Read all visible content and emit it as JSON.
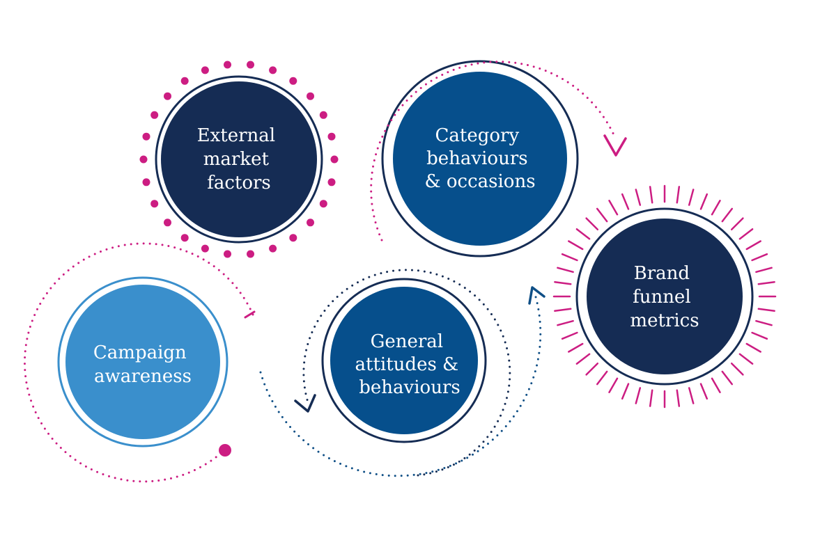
{
  "nodes": [
    {
      "id": "external-market-factors",
      "lines": [
        "External",
        "market",
        "factors"
      ],
      "fill_color": "#152c54",
      "ring_style": "magenta-dots"
    },
    {
      "id": "category-behaviours",
      "lines": [
        "Category",
        "behaviours",
        "& occasions"
      ],
      "fill_color": "#064f8c",
      "ring_style": "navy-ring"
    },
    {
      "id": "brand-funnel-metrics",
      "lines": [
        "Brand",
        "funnel",
        "metrics"
      ],
      "fill_color": "#152c54",
      "ring_style": "magenta-ticks"
    },
    {
      "id": "campaign-awareness",
      "lines": [
        "Campaign",
        "awareness"
      ],
      "fill_color": "#3a8fcc",
      "ring_style": "light-blue-ring"
    },
    {
      "id": "general-attitudes",
      "lines": [
        "General",
        "attitudes &",
        "behaviours"
      ],
      "fill_color": "#064f8c",
      "ring_style": "navy-ring"
    }
  ],
  "colors": {
    "magenta": "#cc1d82",
    "navy": "#152c54",
    "blue_dotted": "#0f4f86",
    "light_blue": "#3a8fcc"
  }
}
